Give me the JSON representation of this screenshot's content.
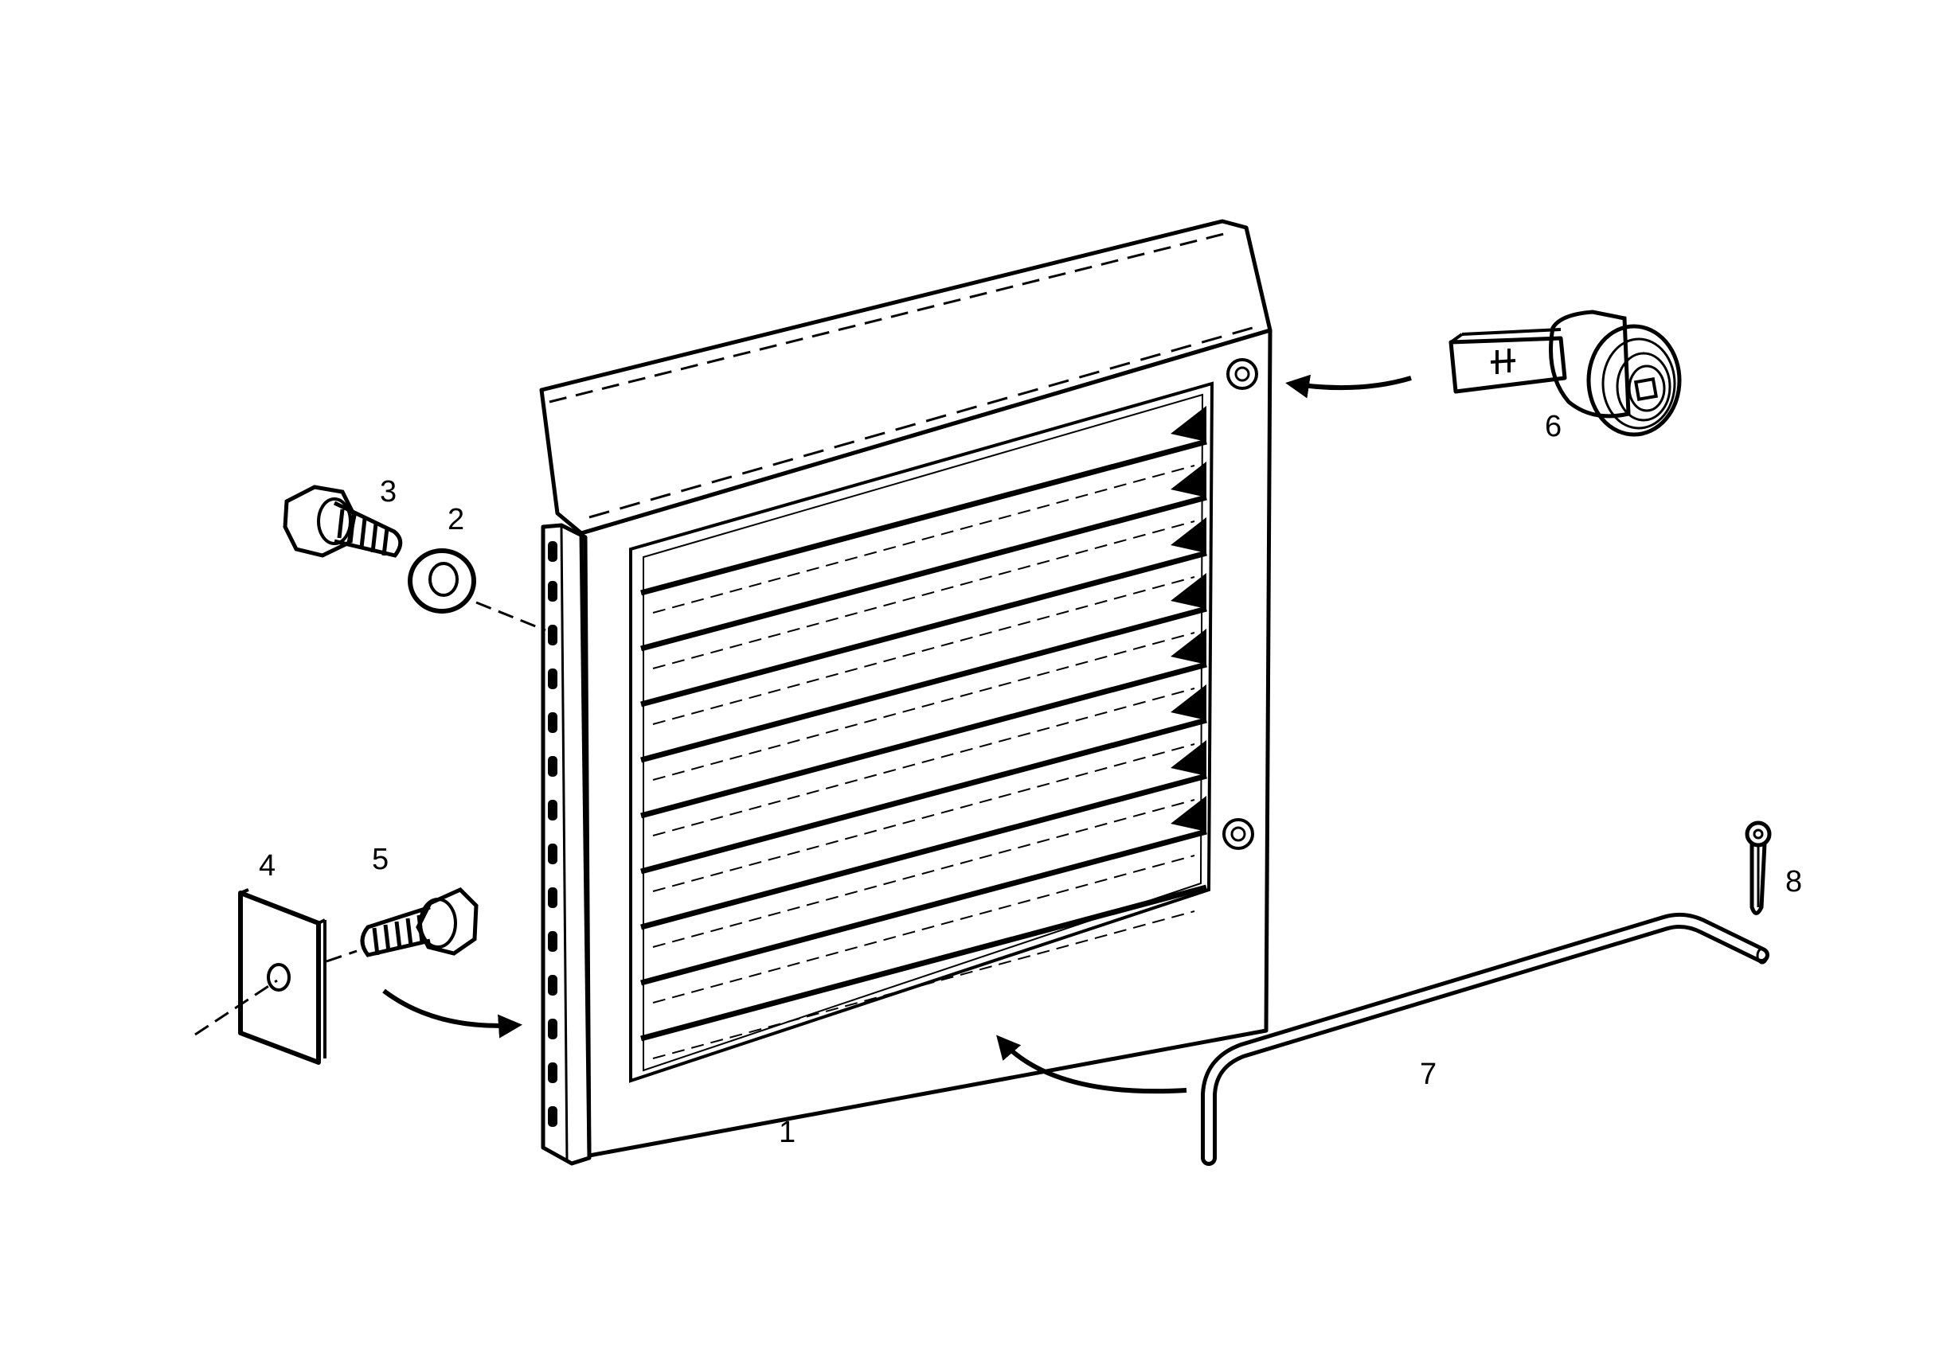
{
  "diagram": {
    "type": "exploded-parts-view",
    "colors": {
      "line": "#000000",
      "background": "#ffffff"
    },
    "callouts": {
      "panel": "1",
      "washer": "2",
      "hinge_bolt": "3",
      "square_plate": "4",
      "plate_bolt": "5",
      "cam_lock": "6",
      "hinge_rod": "7",
      "cotter_pin": "8"
    }
  }
}
